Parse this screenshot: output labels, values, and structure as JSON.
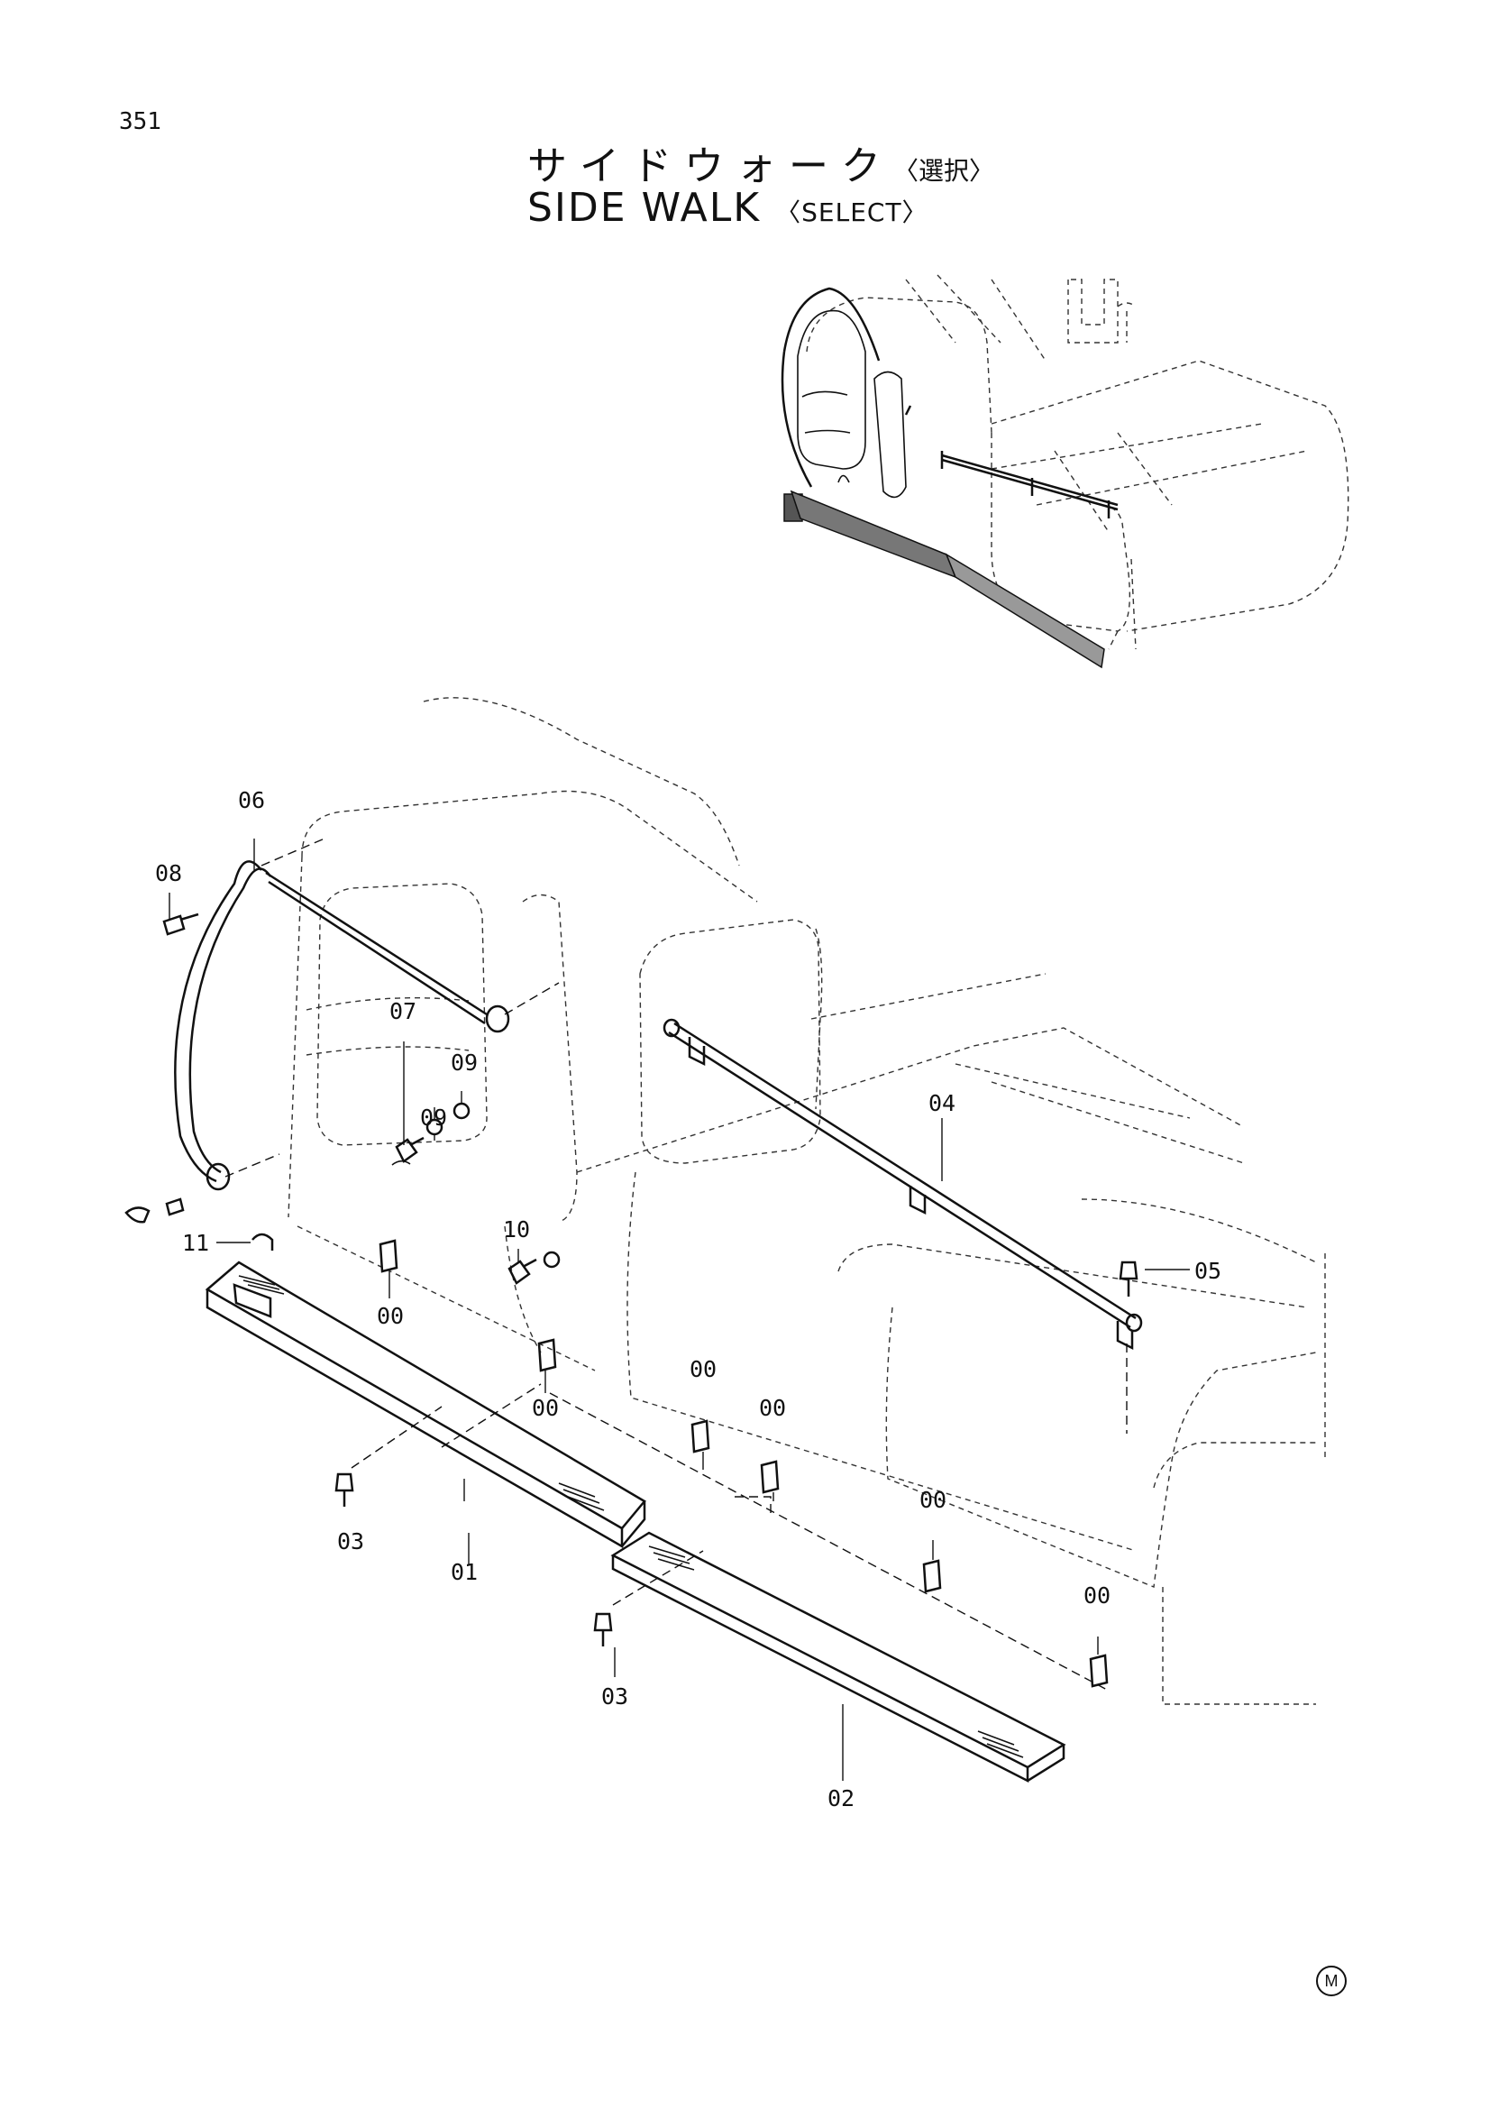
{
  "page_number": "351",
  "title_jp": "サイドウォーク",
  "title_jp_select": "〈選択〉",
  "title_en": "SIDE WALK",
  "title_en_select": "〈SELECT〉",
  "callouts": {
    "c01": "01",
    "c02": "02",
    "c03a": "03",
    "c03b": "03",
    "c04": "04",
    "c05": "05",
    "c06": "06",
    "c07": "07",
    "c08": "08",
    "c09a": "09",
    "c09b": "09",
    "c10": "10",
    "c11": "11",
    "c00a": "00",
    "c00b": "00",
    "c00c": "00",
    "c00d": "00",
    "c00e": "00",
    "c00f": "00"
  },
  "mark": "M"
}
